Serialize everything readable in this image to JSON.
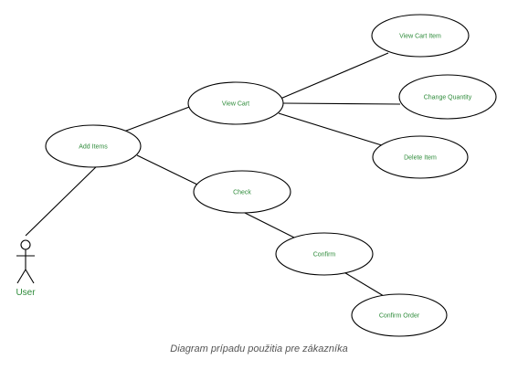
{
  "diagram": {
    "actor": {
      "label": "User"
    },
    "use_cases": {
      "add_items": "Add Items",
      "view_cart": "View Cart",
      "view_cart_item": "View Cart Item",
      "change_quantity": "Change Quantity",
      "delete_item": "Delete Item",
      "check": "Check",
      "confirm": "Confirm",
      "confirm_order": "Confirm Order"
    },
    "colors": {
      "label": "#2e8b3a",
      "stroke": "#000000",
      "caption": "#555555"
    }
  },
  "caption": "Diagram prípadu použitia pre zákazníka"
}
